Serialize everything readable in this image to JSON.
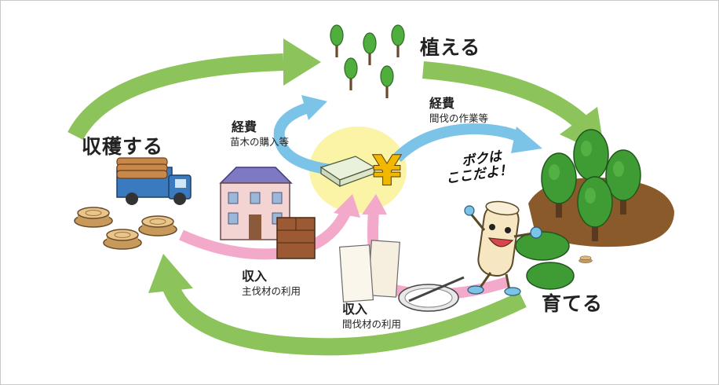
{
  "stages": {
    "plant": "植える",
    "grow": "育てる",
    "harvest": "収穫する"
  },
  "flows": {
    "cost_seedlings": {
      "title": "経費",
      "detail": "苗木の購入等"
    },
    "cost_thinning": {
      "title": "経費",
      "detail": "間伐の作業等"
    },
    "income_main": {
      "title": "収入",
      "detail": "主伐材の利用"
    },
    "income_thinning": {
      "title": "収入",
      "detail": "間伐材の利用"
    }
  },
  "center_symbol": "¥",
  "mascot_speech": [
    "ボクは",
    "ここだよ！"
  ],
  "colors": {
    "cycle_arrow": "#8cc35a",
    "cost_arrow": "#7cc3e8",
    "income_arrow": "#f3a9c9",
    "yen": "#f2b800",
    "highlight": "#fbf3a6",
    "soil": "#8b5a2b",
    "tree": "#3f9c35"
  }
}
